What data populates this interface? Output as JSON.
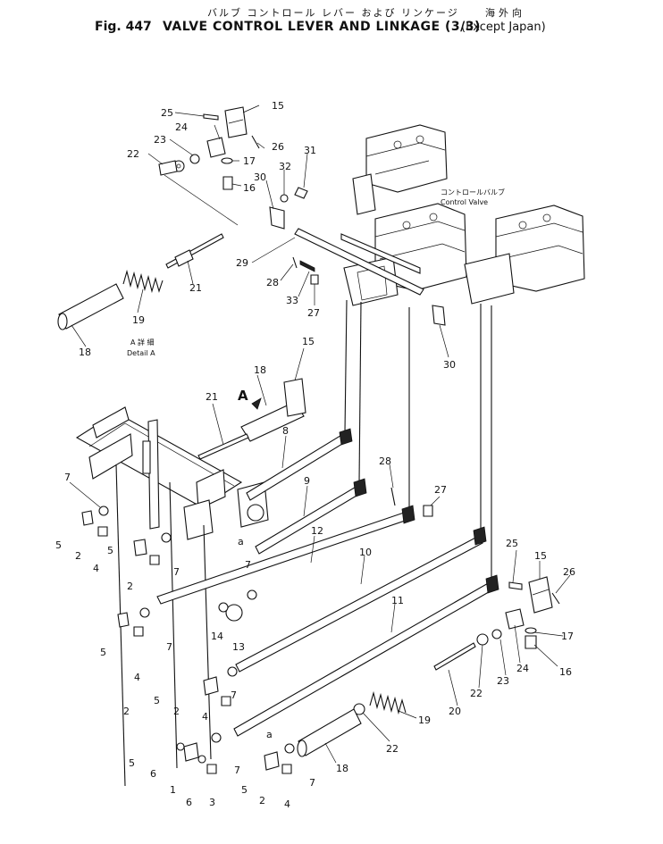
{
  "header": {
    "jp_title": "バルブ コントロール レバー および リンケージ",
    "jp_region": "海外向",
    "fig_number": "Fig. 447",
    "en_title": "VALVE CONTROL LEVER AND LINKAGE (3/3)",
    "en_region": "(Except Japan)"
  },
  "labels": {
    "control_valve_jp": "コントロールバルブ",
    "control_valve_en": "Control Valve",
    "detail_jp": "A 詳 細",
    "detail_en": "Detail A",
    "view_a": "A",
    "ref_a1": "a",
    "ref_a2": "a"
  },
  "callouts": [
    "25",
    "24",
    "15",
    "23",
    "26",
    "22",
    "17",
    "31",
    "32",
    "16",
    "30",
    "21",
    "29",
    "28",
    "33",
    "27",
    "19",
    "18",
    "30",
    "15",
    "18",
    "21",
    "8",
    "7",
    "28",
    "27",
    "9",
    "5",
    "2",
    "4",
    "12",
    "7",
    "5",
    "2",
    "7",
    "10",
    "5",
    "7",
    "14",
    "13",
    "11",
    "25",
    "15",
    "26",
    "5",
    "2",
    "7",
    "4",
    "17",
    "22",
    "23",
    "24",
    "16",
    "20",
    "19",
    "5",
    "2",
    "7",
    "4",
    "5",
    "6",
    "1",
    "7",
    "6",
    "3",
    "5",
    "2",
    "4",
    "22",
    "18",
    "7"
  ]
}
